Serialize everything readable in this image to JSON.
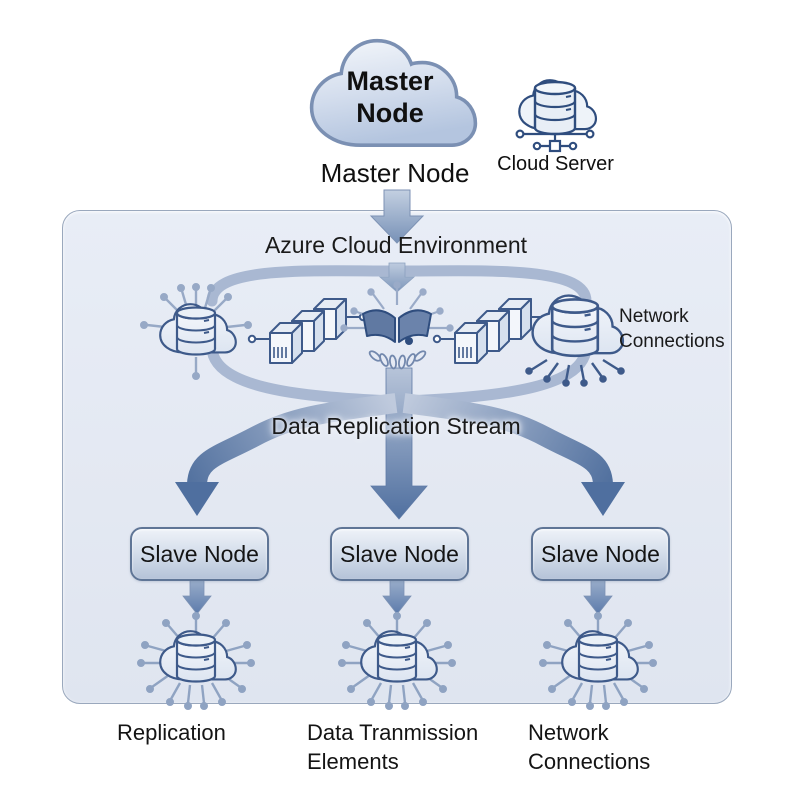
{
  "palette": {
    "icon_outline": "#3e5a8a",
    "dark_navy": "#2f4d7e",
    "ray": "#97a9c6",
    "band": "#a9b8d2",
    "arrow_dark": "#4f6f9f",
    "container_fill": "#e4e9f3",
    "container_border": "#9aa8bd",
    "node_box_border": "#5f7596"
  },
  "top": {
    "master_cloud_label": "Master\nNode",
    "master_caption": "Master Node",
    "cloud_server_caption": "Cloud Server"
  },
  "environment": {
    "title": "Azure Cloud Environment",
    "stream_label": "Data Replication Stream",
    "network_side_label": "Network Connections",
    "icon_names": [
      "cloud-database-network-icon",
      "server-stack-icon",
      "open-book-network-icon",
      "server-stack-icon",
      "cloud-database-broadcast-icon"
    ],
    "slave_nodes": [
      {
        "label": "Slave Node"
      },
      {
        "label": "Slave Node"
      },
      {
        "label": "Slave Node"
      }
    ],
    "bottom_icon_name": "cloud-database-hub-icon"
  },
  "captions": [
    "Replication",
    "Data Tranmission Elements",
    "Network Connections"
  ]
}
